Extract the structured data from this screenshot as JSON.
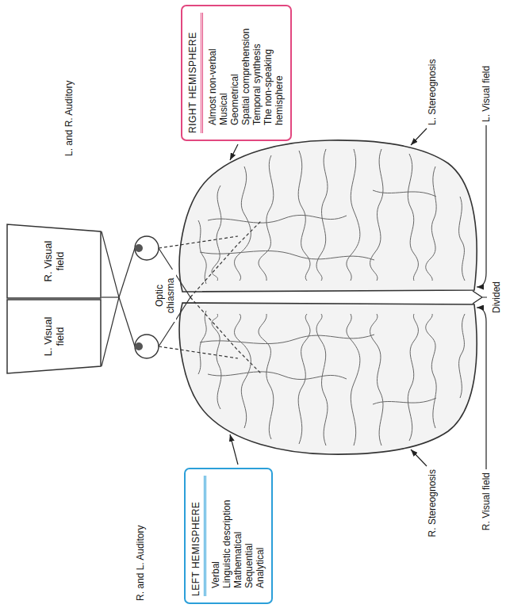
{
  "diagram": {
    "nodes": [
      {
        "text": [
          "L. Visual field"
        ]
      },
      {
        "text": [
          "R. Visual field"
        ]
      },
      {
        "text": [
          "LEFT HEMISPHERE",
          "Verbal",
          "Linguistic description",
          "Mathematical",
          "Sequential",
          "Analytical"
        ]
      },
      {
        "text": [
          "RIGHT HEMISPHERE",
          "Almost non-verbal",
          "Musical",
          "Geometrical",
          "Spatial comprehension",
          "Temporal synthesis",
          "The non-speaking hemisphere"
        ]
      }
    ],
    "labels": [
      "L. and R. Auditory",
      "R. and L. Auditory",
      "Optic chiasma",
      "R. Stereognosis",
      "L. Stereognosis",
      "R. Visual field",
      "Divided",
      "L. Visual field"
    ]
  }
}
